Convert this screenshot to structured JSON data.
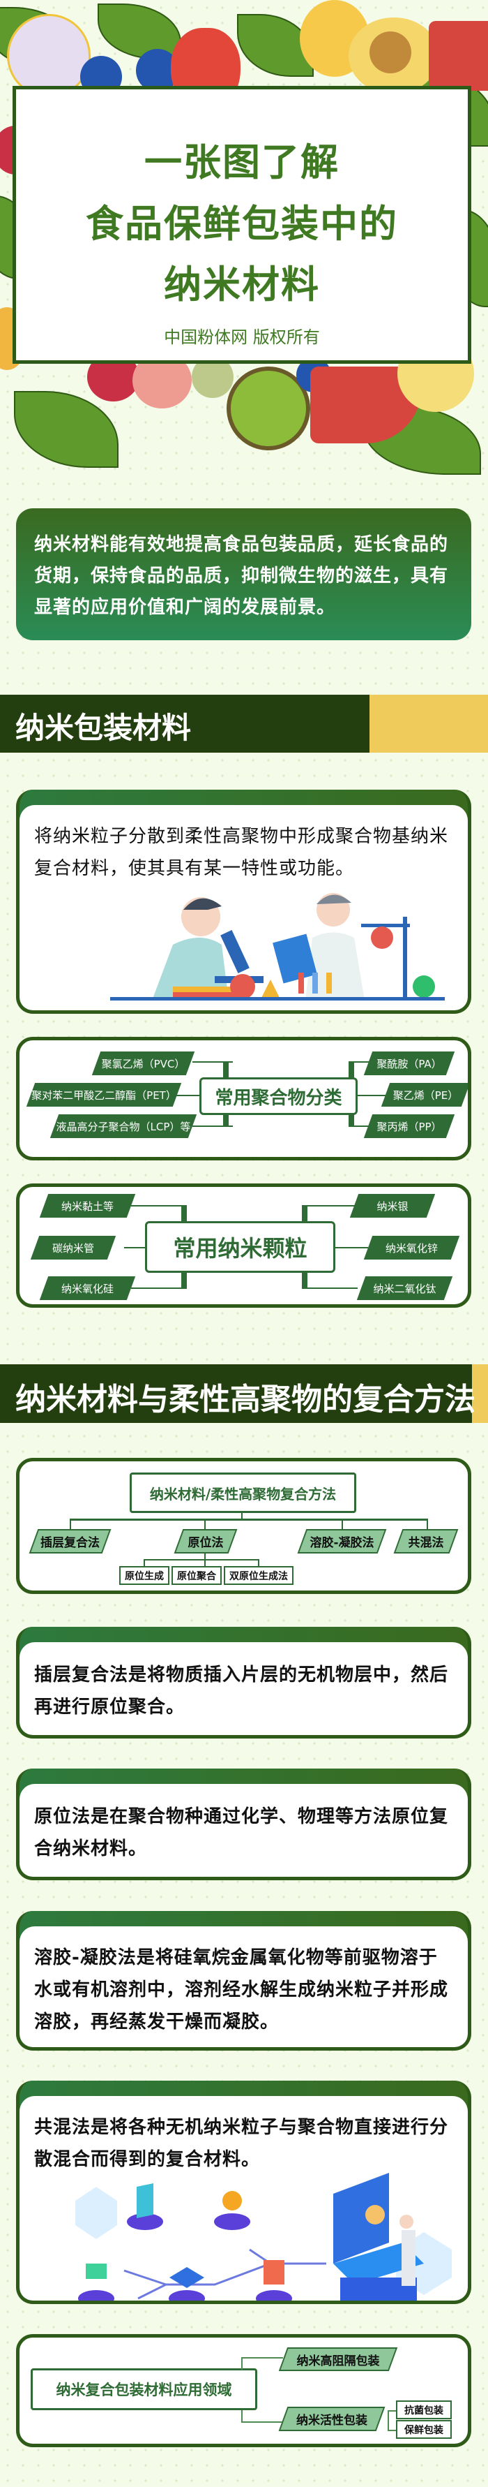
{
  "header": {
    "title_lines": [
      "一张图了解",
      "食品保鲜包装中的",
      "纳米材料"
    ],
    "copyright": "中国粉体网 版权所有"
  },
  "intro": {
    "text": "纳米材料能有效地提高食品包装品质，延长食品的货期，保持食品的品质，抑制微生物的滋生，具有显著的应用价值和广阔的发展前景。"
  },
  "sections": [
    {
      "title": "纳米包装材料"
    },
    {
      "title": "纳米材料与柔性高聚物的复合方法"
    }
  ],
  "card1": {
    "text": "将纳米粒子分散到柔性高聚物中形成聚合物基纳米复合材料，使其具有某一特性或功能。"
  },
  "polymers": {
    "center": "常用聚合物分类",
    "left": [
      "聚氯乙烯（PVC）",
      "聚对苯二甲酸乙二醇酯（PET）",
      "液晶高分子聚合物（LCP）等"
    ],
    "right": [
      "聚酰胺（PA）",
      "聚乙烯（PE）",
      "聚丙烯（PP）"
    ]
  },
  "particles": {
    "center": "常用纳米颗粒",
    "left": [
      "纳米黏土等",
      "碳纳米管",
      "纳米氧化硅"
    ],
    "right": [
      "纳米银",
      "纳米氧化锌",
      "纳米二氧化钛"
    ]
  },
  "methods_tree": {
    "root": "纳米材料/柔性高聚物复合方法",
    "branches": [
      "插层复合法",
      "原位法",
      "溶胶-凝胶法",
      "共混法"
    ],
    "sub": [
      "原位生成",
      "原位聚合",
      "双原位生成法"
    ]
  },
  "methods": [
    "插层复合法是将物质插入片层的无机物层中，然后再进行原位聚合。",
    "原位法是在聚合物种通过化学、物理等方法原位复合纳米材料。",
    "溶胶-凝胶法是将硅氧烷金属氧化物等前驱物溶于水或有机溶剂中，溶剂经水解生成纳米粒子并形成溶胶，再经蒸发干燥而凝胶。",
    "共混法是将各种无机纳米粒子与聚合物直接进行分散混合而得到的复合材料。"
  ],
  "applications": {
    "root": "纳米复合包装材料应用领域",
    "items": [
      "纳米高阻隔包装",
      "纳米活性包装"
    ],
    "sub": [
      "抗菌包装",
      "保鲜包装"
    ]
  },
  "colors": {
    "dark_green": "#243f0f",
    "green": "#2e6b35",
    "yellow": "#efcb5c",
    "title_green": "#3f7a22"
  }
}
